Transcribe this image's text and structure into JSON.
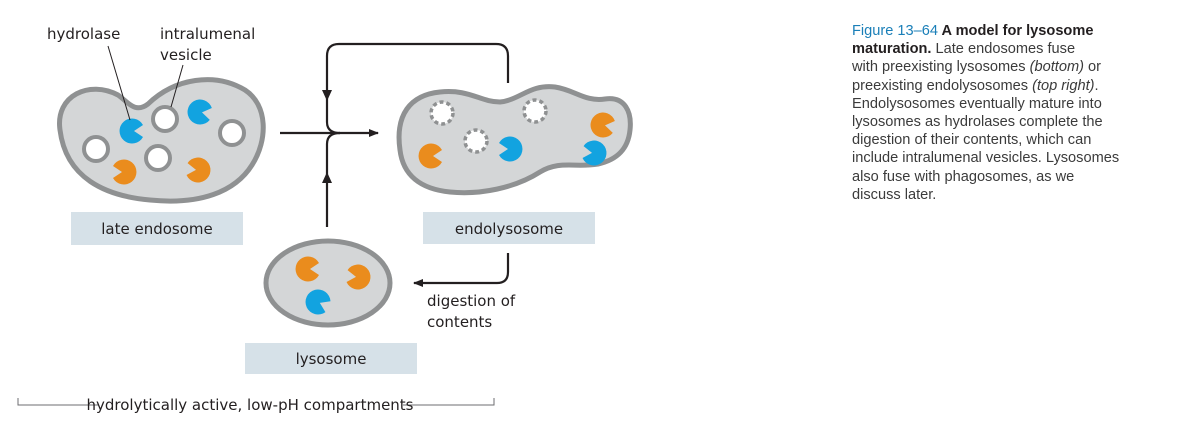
{
  "figure": {
    "labels": {
      "hydrolase": "hydrolase",
      "intralumenal_1": "intralumenal",
      "intralumenal_2": "vesicle",
      "late_endosome": "late endosome",
      "endolysosome": "endolysosome",
      "lysosome": "lysosome",
      "digestion_1": "digestion of",
      "digestion_2": "contents",
      "bracket": "hydrolytically active, low-pH compartments"
    },
    "colors": {
      "membrane": "#8f9192",
      "lumen": "#d4d6d7",
      "hydrolase_blue": "#12a3e0",
      "hydrolase_orange": "#ea8c1d",
      "label_box": "#d6e1e8",
      "arrow": "#231f20"
    }
  },
  "caption": {
    "figure_number": "Figure 13–64",
    "title_part1": " A model for lysosome",
    "title_part2": "maturation.",
    "l2_rest": " Late endosomes fuse",
    "l3_a": "with preexisting lysosomes ",
    "l3_i": "(bottom)",
    "l3_b": " or",
    "l4_a": "preexisting endolysosomes ",
    "l4_i": "(top right)",
    "l4_b": ".",
    "l5": "Endolysosomes eventually mature into",
    "l6": "lysosomes as hydrolases complete the",
    "l7": "digestion of their contents, which can",
    "l8": "include intralumenal vesicles. Lysosomes",
    "l9": "also fuse with phagosomes, as we",
    "l10": "discuss later."
  }
}
